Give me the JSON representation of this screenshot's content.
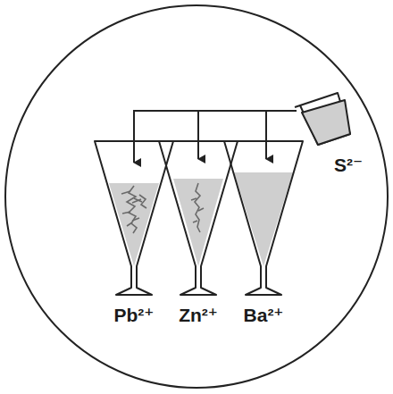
{
  "diagram": {
    "labels": [
      "S²⁻",
      "Pb²⁺",
      "Zn²⁺",
      "Ba²⁺"
    ]
  }
}
